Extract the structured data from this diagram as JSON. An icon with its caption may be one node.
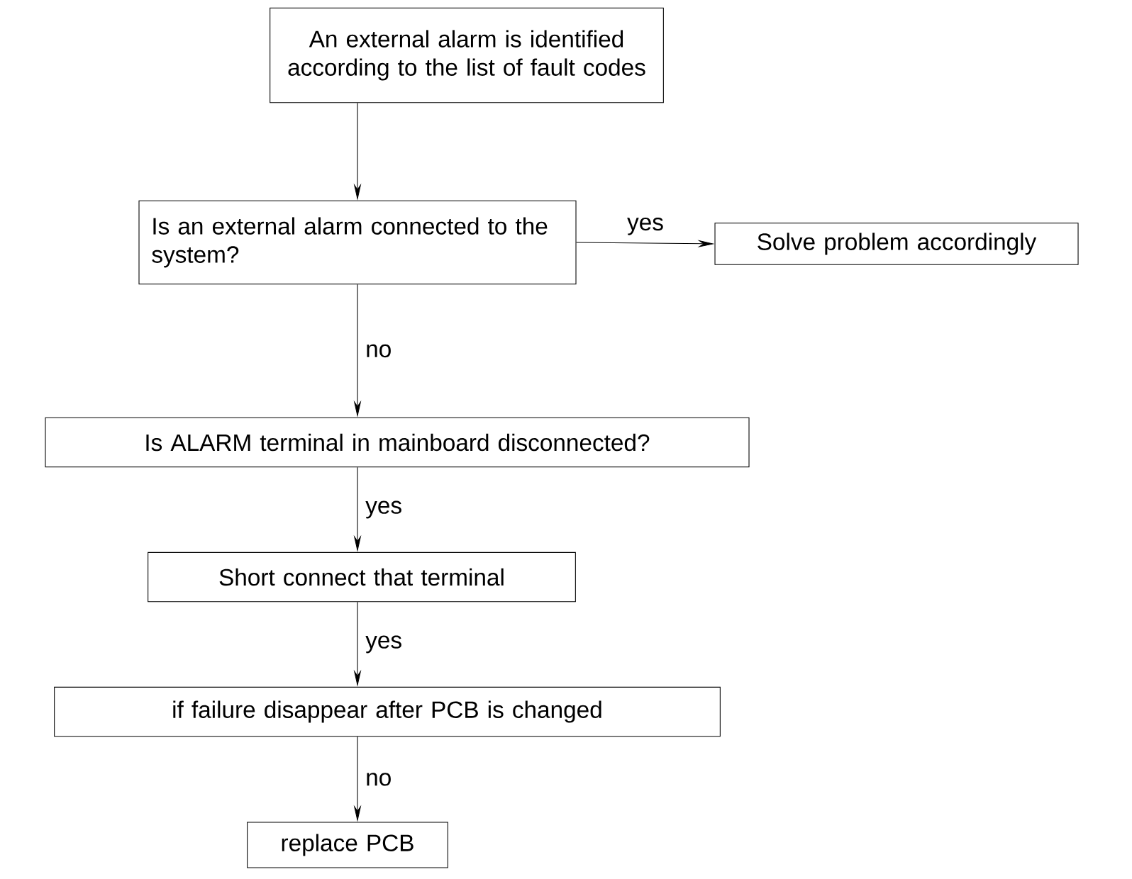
{
  "diagram": {
    "nodes": [
      {
        "text": [
          "An external alarm is identified according to the list of fault codes"
        ]
      },
      {
        "text": [
          "Is an external alarm connected to the system?"
        ]
      },
      {
        "text": [
          "Solve problem accordingly"
        ]
      },
      {
        "text": [
          "Is ALARM terminal in mainboard disconnected?"
        ]
      },
      {
        "text": [
          "Short connect that terminal"
        ]
      },
      {
        "text": [
          "if failure disappear after PCB is changed"
        ]
      },
      {
        "text": [
          "replace PCB"
        ]
      }
    ],
    "edges": [
      {
        "from": 0,
        "to": 1,
        "arrow": "to"
      },
      {
        "from": 1,
        "to": 2,
        "arrow": "to",
        "label": "yes"
      },
      {
        "from": 1,
        "to": 3,
        "arrow": "to",
        "label": "no"
      },
      {
        "from": 3,
        "to": 4,
        "arrow": "to",
        "label": "yes"
      },
      {
        "from": 4,
        "to": 5,
        "arrow": "to",
        "label": "yes"
      },
      {
        "from": 5,
        "to": 6,
        "arrow": "to",
        "label": "no"
      }
    ]
  }
}
